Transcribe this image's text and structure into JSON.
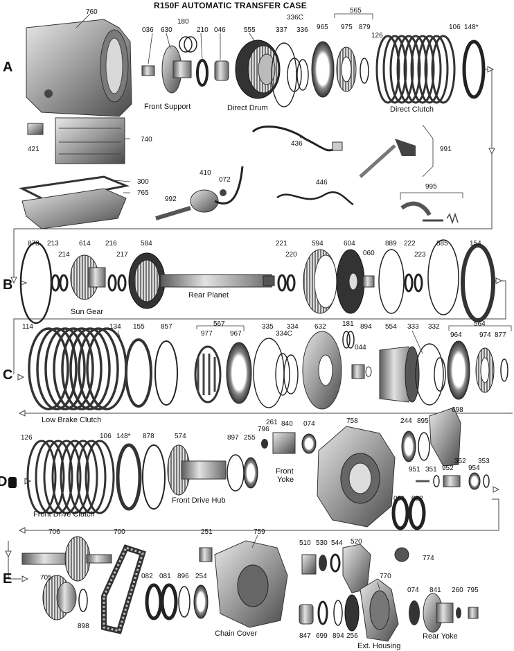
{
  "title": "R150F AUTOMATIC TRANSFER CASE",
  "rows": [
    "A",
    "B",
    "C",
    "D",
    "E"
  ],
  "captions": {
    "front_support": "Front Support",
    "direct_drum": "Direct Drum",
    "direct_clutch": "Direct Clutch",
    "sun_gear": "Sun Gear",
    "rear_planet": "Rear Planet",
    "low_brake_clutch": "Low Brake Clutch",
    "front_drive_clutch": "Front Drive Clutch",
    "front_drive_hub": "Front Drive Hub",
    "front_yoke_1": "Front",
    "front_yoke_2": "Yoke",
    "chain_cover": "Chain Cover",
    "ext_housing": "Ext. Housing",
    "rear_yoke": "Rear Yoke"
  },
  "part_numbers": {
    "p760": "760",
    "p036": "036",
    "p630": "630",
    "p180": "180",
    "p210": "210",
    "p046": "046",
    "p555": "555",
    "p337": "337",
    "p336c": "336C",
    "p336": "336",
    "p565": "565",
    "p965": "965",
    "p975": "975",
    "p879": "879",
    "p126a": "126",
    "p106a": "106",
    "p148a": "148*",
    "p421": "421",
    "p740": "740",
    "p436": "436",
    "p991": "991",
    "p300": "300",
    "p765": "765",
    "p410": "410",
    "p072": "072",
    "p446": "446",
    "p995": "995",
    "p992": "992",
    "p878a": "878",
    "p213": "213",
    "p214": "214",
    "p614": "614",
    "p216": "216",
    "p217": "217",
    "p584": "584",
    "p221": "221",
    "p220": "220",
    "p594": "594",
    "p604": "604",
    "p060": "060",
    "p889": "889",
    "p222": "222",
    "p223": "223",
    "p885": "885",
    "p154": "154",
    "p114": "114",
    "p134": "134",
    "p155": "155",
    "p857": "857",
    "p567": "567",
    "p977": "977",
    "p967": "967",
    "p335": "335",
    "p334c": "334C",
    "p334": "334",
    "p632": "632",
    "p181": "181",
    "p894a": "894",
    "p044": "044",
    "p554": "554",
    "p333": "333",
    "p332": "332",
    "p564": "564",
    "p964": "964",
    "p974": "974",
    "p877": "877",
    "p126b": "126",
    "p106b": "106",
    "p148b": "148*",
    "p878b": "878",
    "p574": "574",
    "p897": "897",
    "p255": "255",
    "p796": "796",
    "p261": "261",
    "p840": "840",
    "p074a": "074",
    "p758": "758",
    "p244": "244",
    "p895": "895",
    "p698": "698",
    "p951": "951",
    "p351": "351",
    "p952": "952",
    "p352": "352",
    "p954": "954",
    "p353": "353",
    "p081a": "081",
    "p082a": "082",
    "p706": "706",
    "p700": "700",
    "p251": "251",
    "p759": "759",
    "p510": "510",
    "p530": "530",
    "p544": "544",
    "p520": "520",
    "p774": "774",
    "p705": "705",
    "p898": "898",
    "p082b": "082",
    "p081b": "081",
    "p896": "896",
    "p254": "254",
    "p770": "770",
    "p074b": "074",
    "p841": "841",
    "p260": "260",
    "p795": "795",
    "p847": "847",
    "p699": "699",
    "p894b": "894",
    "p256": "256"
  },
  "colors": {
    "ink": "#111111",
    "metal_light": "#cfcfcf",
    "metal_mid": "#8f8f8f",
    "metal_dark": "#3c3c3c",
    "paper": "#ffffff"
  }
}
